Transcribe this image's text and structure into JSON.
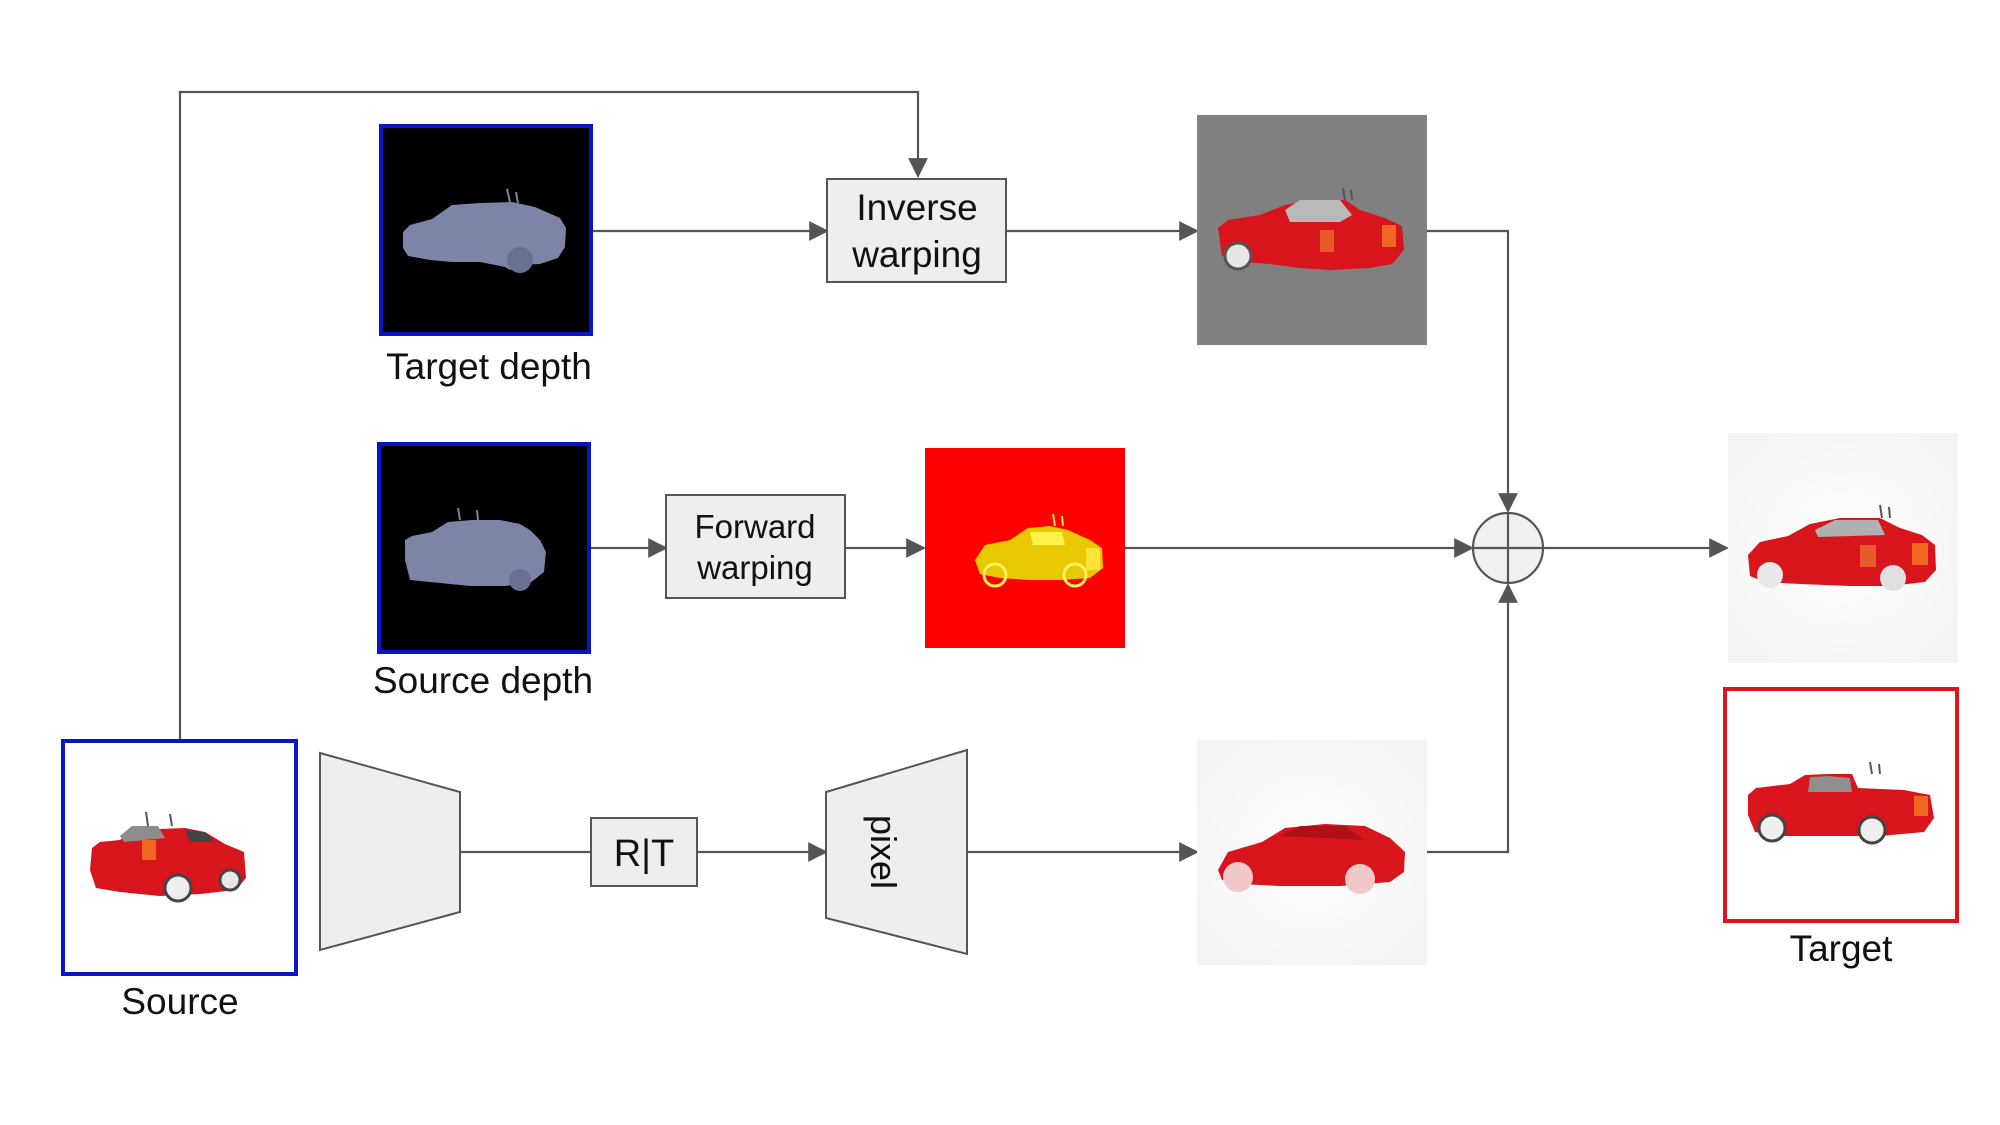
{
  "labels": {
    "target_depth": "Target depth",
    "source_depth": "Source depth",
    "source": "Source",
    "target": "Target"
  },
  "boxes": {
    "inverse_warping": [
      "Inverse",
      "warping"
    ],
    "forward_warping": [
      "Forward",
      "warping"
    ],
    "rt": "R|T",
    "pixel": "pixel"
  },
  "colors": {
    "blue_frame": "#0a14c8",
    "red_frame": "#e0141e",
    "box_fill": "#eeeeee",
    "box_stroke": "#555555",
    "depth_bg": "#000000",
    "depth_car": "#7d84a6",
    "car_red": "#d8141c",
    "gray_panel": "#808080",
    "red_panel": "#ff0000",
    "line": "#555555"
  },
  "icons": {
    "combine": "circle-plus-icon",
    "encoder": "encoder-trapezoid",
    "decoder": "decoder-trapezoid"
  }
}
